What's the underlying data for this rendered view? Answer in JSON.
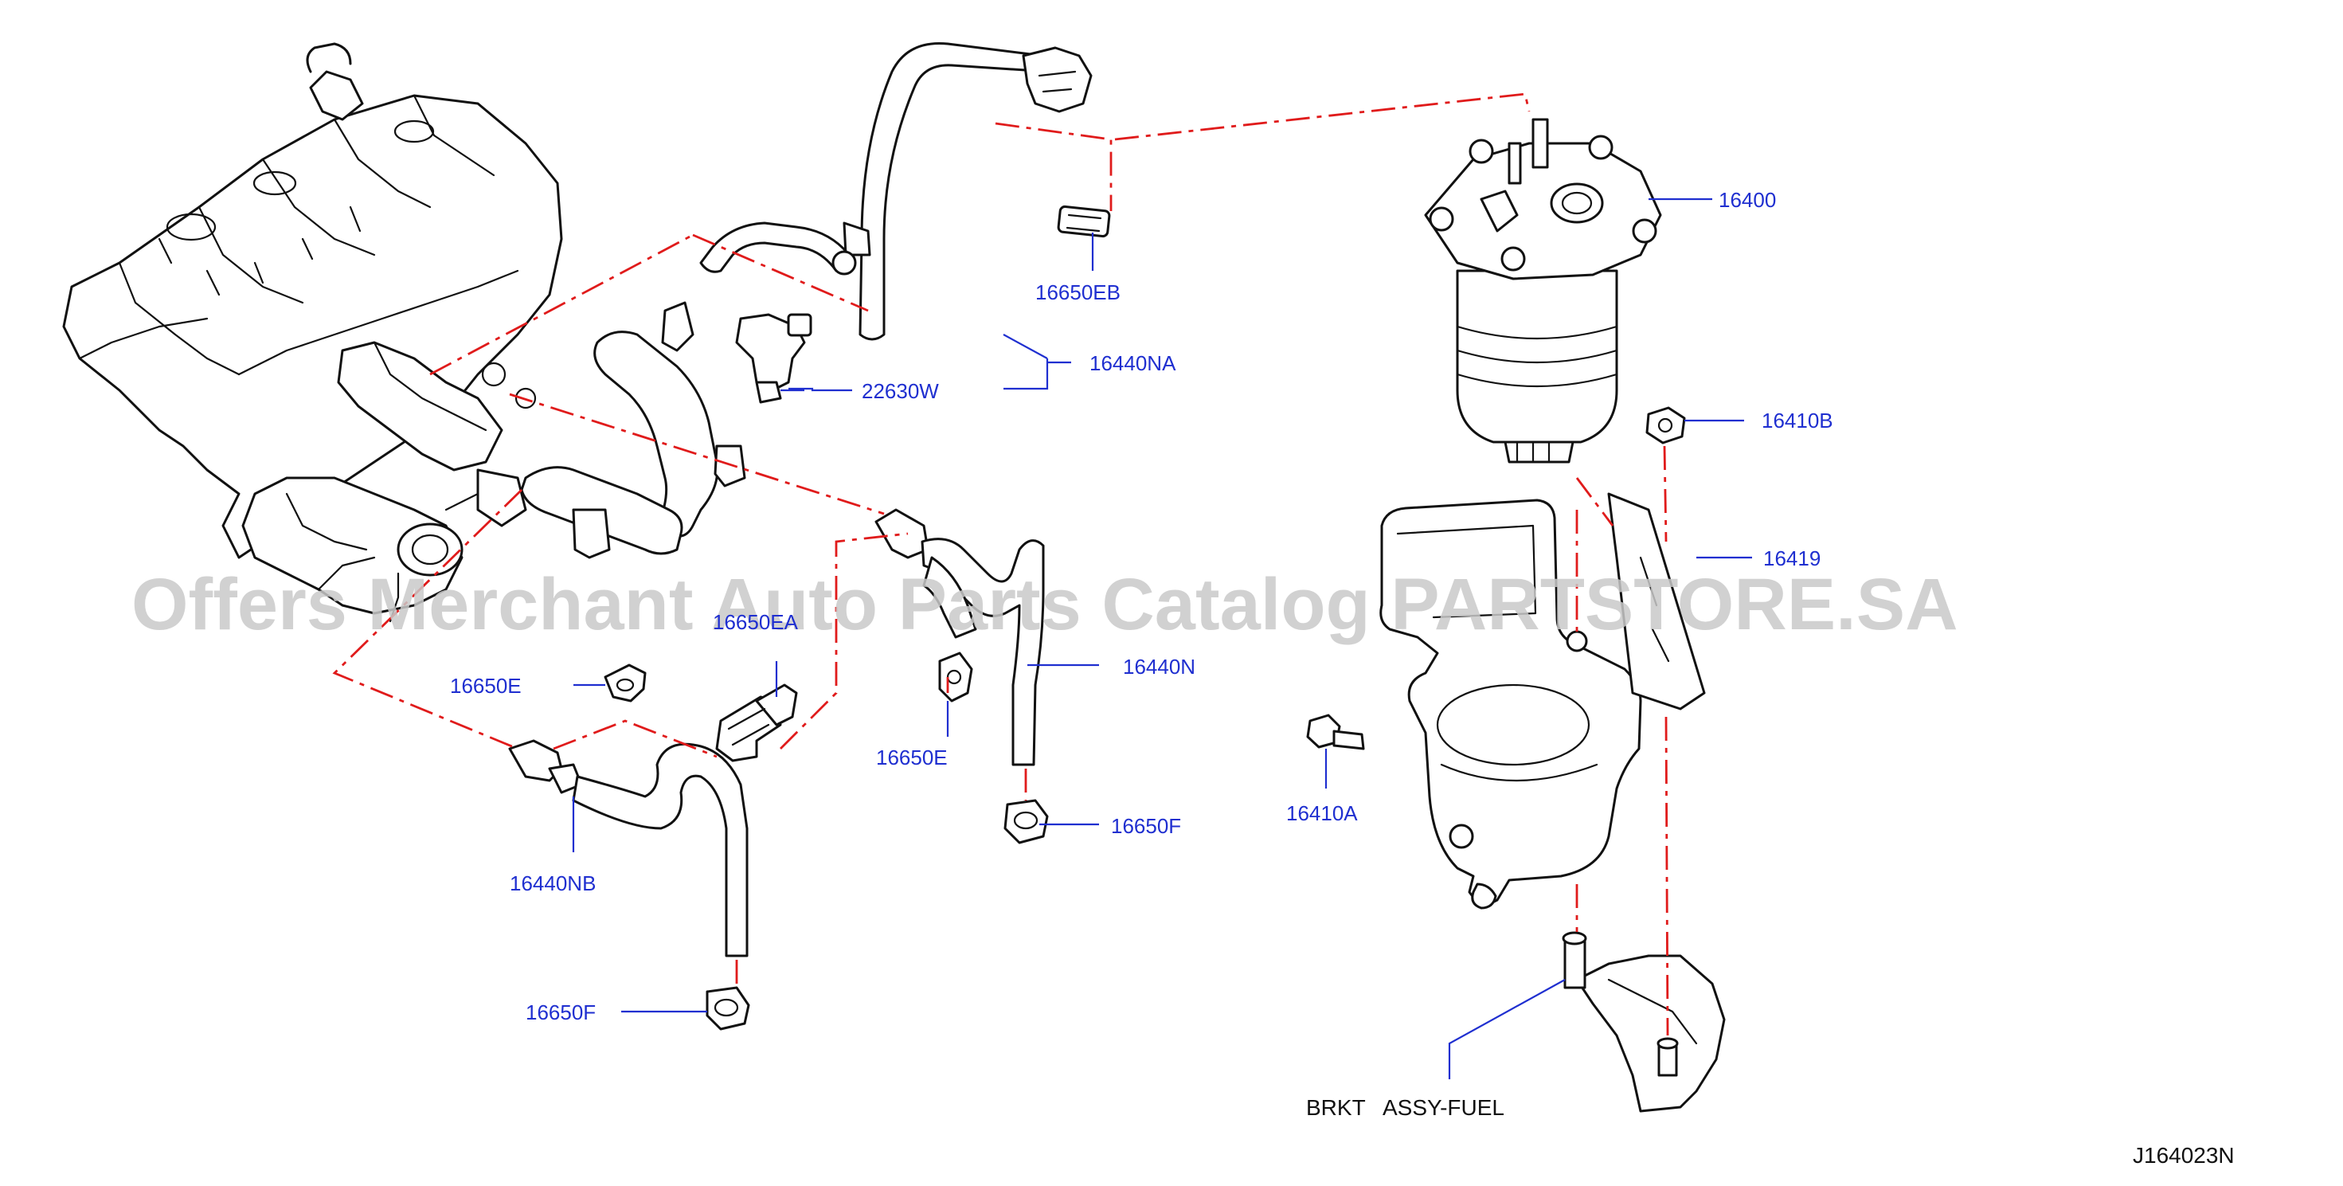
{
  "diagram": {
    "watermark": "Offers Merchant Auto Parts Catalog PARTSTORE.SA",
    "code": "J164023N",
    "colors": {
      "label": "#1f2fd0",
      "dash": "#e01b1b",
      "ink": "#111111"
    },
    "labels": {
      "p16400": "16400",
      "p16410B": "16410B",
      "p16419": "16419",
      "p16650EB": "16650EB",
      "p16440NA": "16440NA",
      "p22630W": "22630W",
      "p16440N": "16440N",
      "p16650E_right": "16650E",
      "p16650F_right": "16650F",
      "p16650EA": "16650EA",
      "p16650E_left": "16650E",
      "p16440NB": "16440NB",
      "p16650F_left": "16650F",
      "p16410A": "16410A",
      "bracket": "BRKT   ASSY-FUEL"
    }
  }
}
